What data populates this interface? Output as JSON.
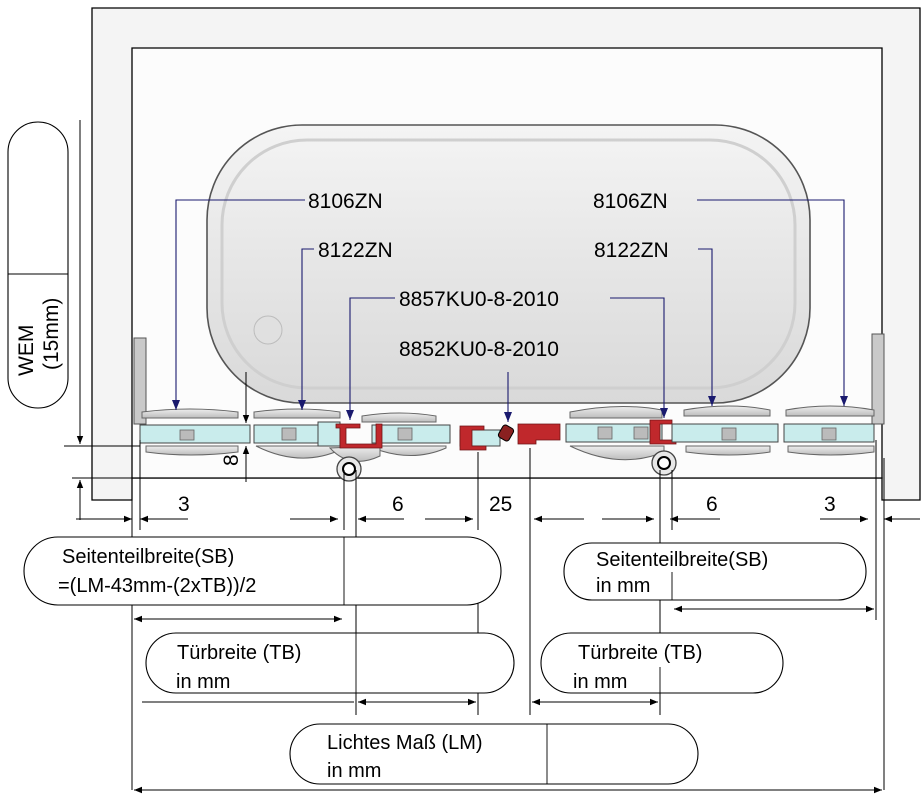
{
  "parts": {
    "p1": "8106ZN",
    "p2": "8106ZN",
    "p3": "8122ZN",
    "p4": "8122ZN",
    "p5": "8857KU0-8-2010",
    "p6": "8852KU0-8-2010"
  },
  "wem": {
    "line1": "WEM",
    "line2": "(15mm)"
  },
  "gap_label": "8",
  "dimensions": {
    "d1": "3",
    "d2": "6",
    "d3": "25",
    "d4": "6",
    "d5": "3"
  },
  "boxes": {
    "sb_left_line1": "Seitenteilbreite(SB)",
    "sb_left_line2": "=(LM-43mm-(2xTB))/2",
    "sb_right_line1": "Seitenteilbreite(SB)",
    "sb_right_line2": "in mm",
    "tb_left_line1": "Türbreite (TB)",
    "tb_left_line2": "in mm",
    "tb_right_line1": "Türbreite (TB)",
    "tb_right_line2": "in mm",
    "lm_line1": "Lichtes Maß (LM)",
    "lm_line2": "in mm"
  },
  "colors": {
    "line": "#000000",
    "leader": "#1a1a6e",
    "glass": "#c9ecec",
    "profile": "#c0282c",
    "fitting": "#d6d6d6",
    "wall": "#f2f2f2"
  }
}
